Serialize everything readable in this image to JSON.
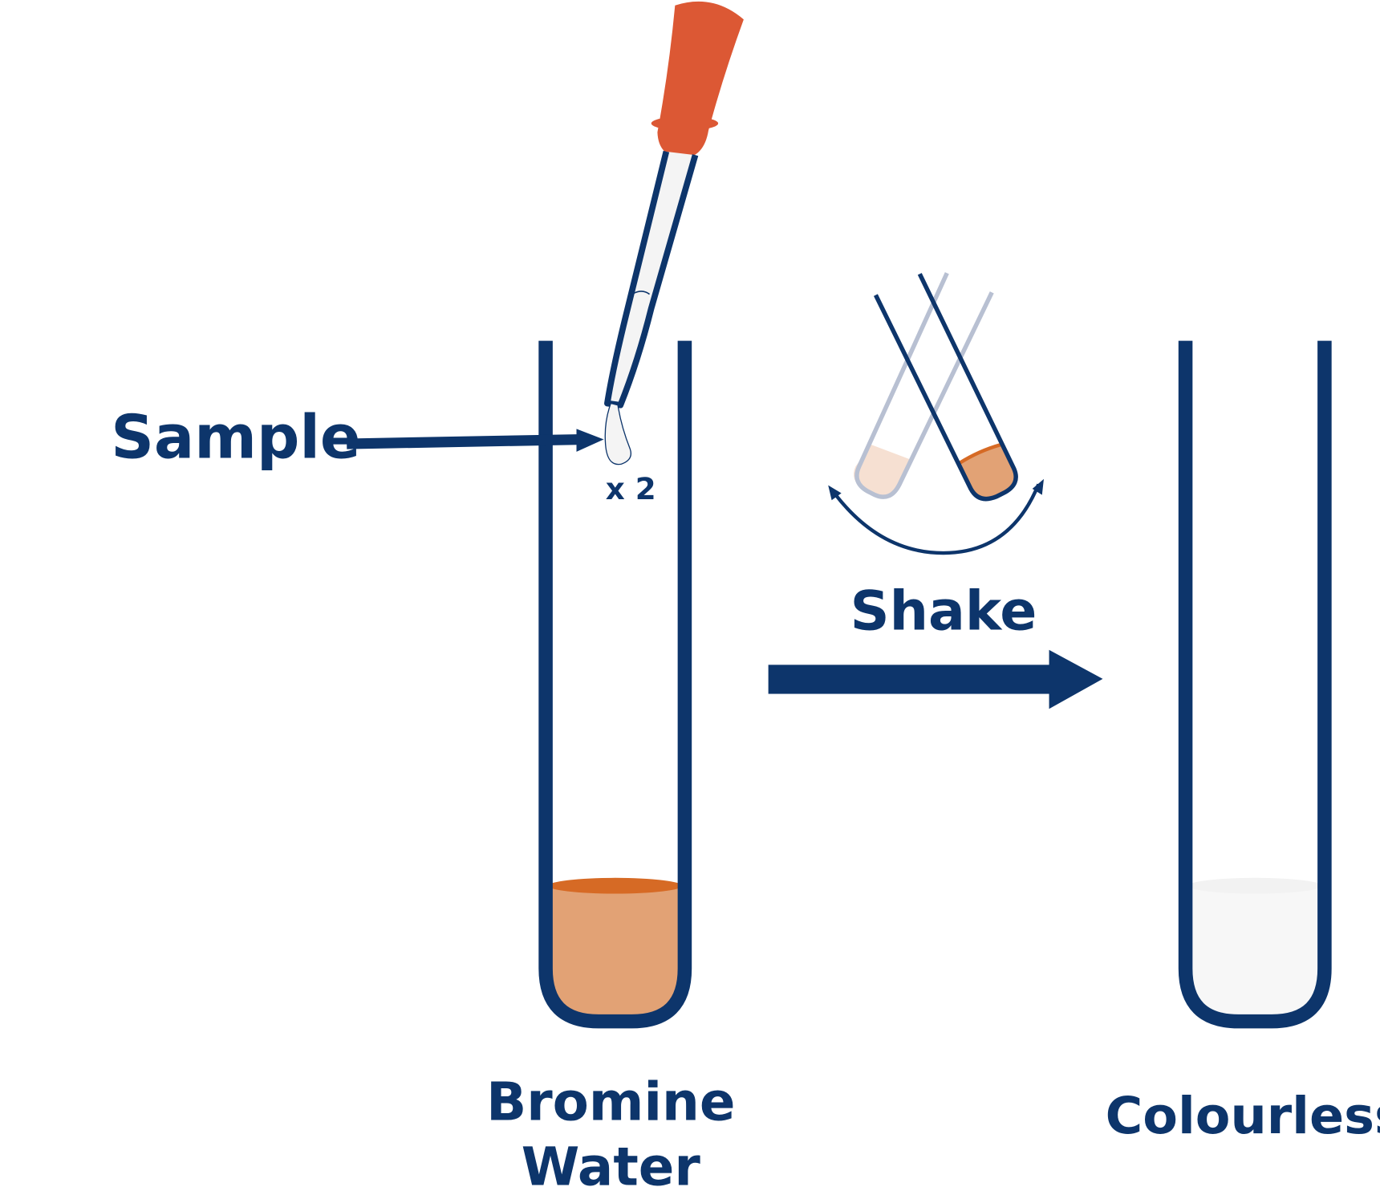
{
  "labels": {
    "sample": "Sample",
    "drops": "x 2",
    "shake": "Shake",
    "bromine_line1": "Bromine",
    "bromine_line2": "Water",
    "colourless": "Colourless"
  },
  "colors": {
    "outline": "#0D356B",
    "pipette_bulb": "#DC5834",
    "bromine_water": "#E2A275",
    "bromine_surface": "#D66A25",
    "colourless_liquid": "#F7F7F7",
    "faded_tube": "#B8C0D2",
    "faded_liquid": "#F6E0D2"
  }
}
